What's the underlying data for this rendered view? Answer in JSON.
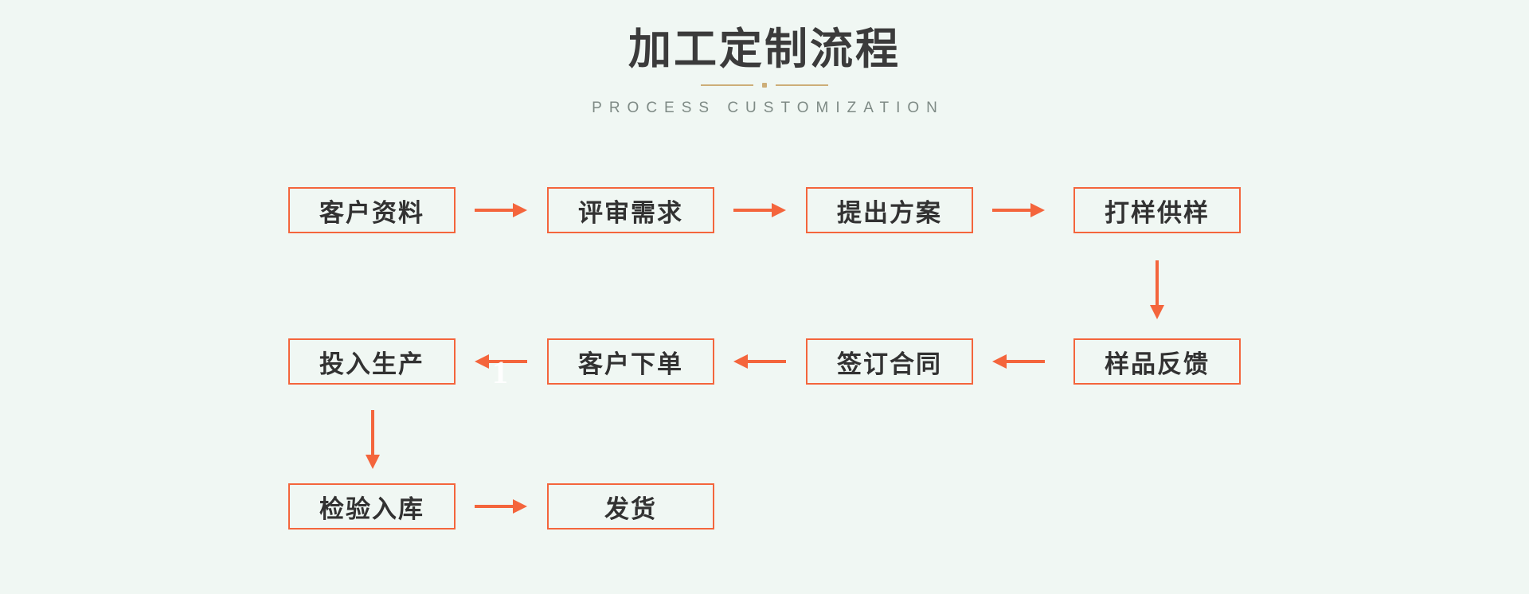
{
  "page": {
    "background_color": "#f0f7f3",
    "accent_color": "#f4653c",
    "title_color": "#3b3b3b",
    "divider_color": "#cdae78",
    "subtitle_color": "#7e8a85"
  },
  "header": {
    "title": "加工定制流程",
    "subtitle": "PROCESS CUSTOMIZATION"
  },
  "flow": {
    "rows": [
      {
        "direction": "right",
        "boxes": [
          {
            "label": "客户资料"
          },
          {
            "label": "评审需求"
          },
          {
            "label": "提出方案"
          },
          {
            "label": "打样供样"
          }
        ]
      },
      {
        "direction": "left",
        "boxes": [
          {
            "label": "投入生产"
          },
          {
            "label": "客户下单"
          },
          {
            "label": "签订合同"
          },
          {
            "label": "样品反馈"
          }
        ]
      },
      {
        "direction": "right",
        "boxes": [
          {
            "label": "检验入库"
          },
          {
            "label": "发货"
          }
        ]
      }
    ],
    "connectors": [
      {
        "name": "arrow-right-1",
        "type": "horizontal-right"
      },
      {
        "name": "arrow-right-2",
        "type": "horizontal-right"
      },
      {
        "name": "arrow-right-3",
        "type": "horizontal-right"
      },
      {
        "name": "arrow-down-right",
        "type": "vertical-down"
      },
      {
        "name": "arrow-left-1",
        "type": "horizontal-left"
      },
      {
        "name": "arrow-left-2",
        "type": "horizontal-left"
      },
      {
        "name": "arrow-left-3",
        "type": "horizontal-left"
      },
      {
        "name": "arrow-down-left",
        "type": "vertical-down"
      },
      {
        "name": "arrow-right-4",
        "type": "horizontal-right"
      }
    ]
  },
  "artifact": {
    "text": "1"
  }
}
